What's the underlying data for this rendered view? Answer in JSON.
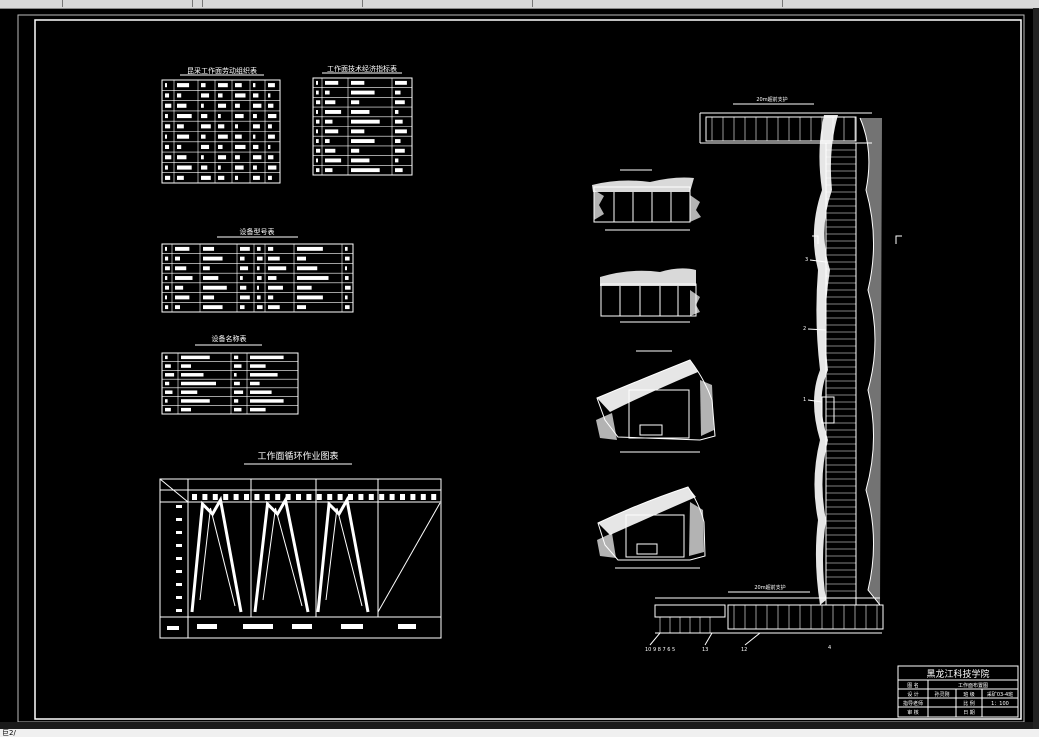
{
  "tables": {
    "labor": {
      "title": "昆采工作面劳动组织表"
    },
    "tech": {
      "title": "工作面技术经济指标表"
    },
    "equip_model": {
      "title": "设备型号表"
    },
    "equip_name": {
      "title": "设备名称表"
    },
    "cycle": {
      "title": "工作面循环作业图表"
    }
  },
  "layout_drawing": {
    "top_label": "20m超前支护",
    "bottom_label": "20m超前支护",
    "side_numbers": [
      "3",
      "2",
      "1"
    ],
    "bottom_numbers": "10 9 8 7 6 5",
    "bottom_number_b": "13",
    "bottom_number_c": "12",
    "bottom_number_d": "4"
  },
  "title_block": {
    "school": "黑龙江科技学院",
    "row1_label": "图 名",
    "row1_value": "工作面布置图",
    "row2_a": "设 计",
    "row2_b": "孙灵刚",
    "row2_c": "班 级",
    "row2_d": "采矿03-4班",
    "row3_a": "指导老师",
    "row3_c": "比 例",
    "row3_d": "1：100",
    "row4_a": "审 核",
    "row4_c": "日 期"
  },
  "status": {
    "text": "巨2/"
  }
}
